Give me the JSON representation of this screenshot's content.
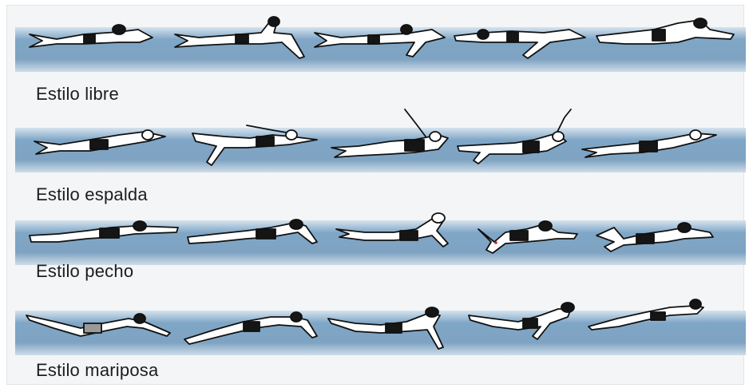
{
  "strokes": [
    {
      "label": "Estilo libre"
    },
    {
      "label": "Estilo espalda"
    },
    {
      "label": "Estilo pecho"
    },
    {
      "label": "Estilo mariposa"
    }
  ],
  "colors": {
    "water": "#7fa6c6",
    "skin": "#ffffff",
    "outline": "#111111",
    "suit": "#151515"
  }
}
